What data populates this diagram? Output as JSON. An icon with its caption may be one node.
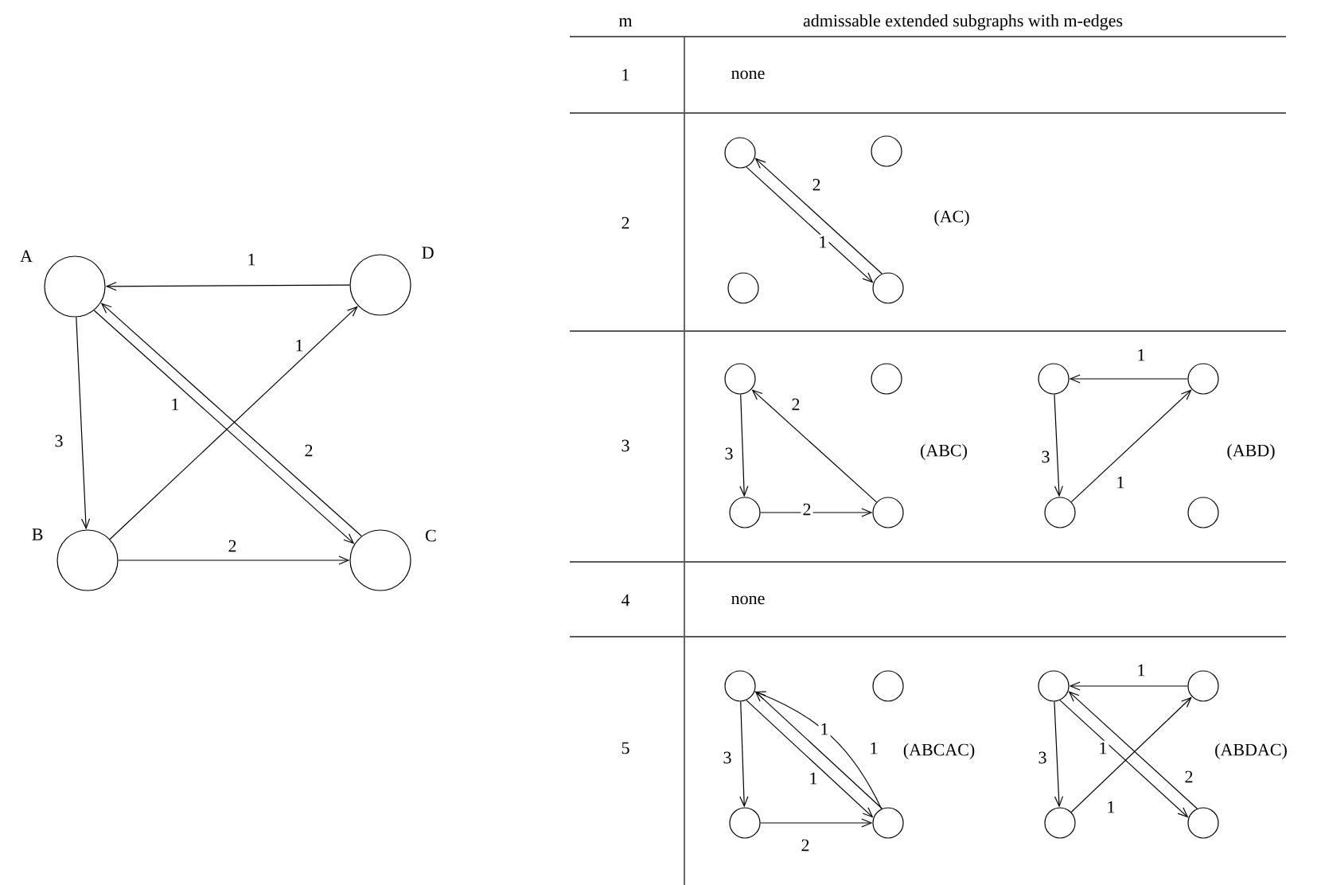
{
  "diagram": {
    "nodes": [
      {
        "text": [
          "A"
        ]
      },
      {
        "text": [
          "D"
        ]
      },
      {
        "text": [
          "B"
        ]
      },
      {
        "text": [
          "C"
        ]
      },
      {
        "text": [],
        "shape": "circle"
      },
      {
        "text": [],
        "shape": "circle"
      },
      {
        "text": [],
        "shape": "circle"
      },
      {
        "text": [],
        "shape": "circle"
      },
      {
        "text": [],
        "shape": "circle"
      },
      {
        "text": [],
        "shape": "circle"
      },
      {
        "text": [],
        "shape": "circle"
      },
      {
        "text": [],
        "shape": "circle"
      },
      {
        "text": [],
        "shape": "circle"
      },
      {
        "text": [],
        "shape": "circle"
      },
      {
        "text": [],
        "shape": "circle"
      },
      {
        "text": [],
        "shape": "circle"
      },
      {
        "text": [],
        "shape": "circle"
      },
      {
        "text": [],
        "shape": "circle"
      },
      {
        "text": [],
        "shape": "circle"
      },
      {
        "text": [],
        "shape": "circle"
      },
      {
        "text": [],
        "shape": "circle"
      },
      {
        "text": [],
        "shape": "circle"
      },
      {
        "text": [],
        "shape": "circle"
      },
      {
        "text": [],
        "shape": "circle"
      }
    ],
    "edges": [
      {
        "from": 1,
        "to": 0,
        "arrow": "to",
        "label": "1"
      },
      {
        "from": 0,
        "to": 2,
        "arrow": "to",
        "label": "3"
      },
      {
        "from": 2,
        "to": 3,
        "arrow": "to",
        "label": "2"
      },
      {
        "from": 2,
        "to": 1,
        "arrow": "to",
        "label": "1"
      },
      {
        "from": 0,
        "to": 3,
        "arrow": "to",
        "label": "1"
      },
      {
        "from": 3,
        "to": 0,
        "arrow": "to",
        "label": "2"
      },
      {
        "from": 4,
        "to": 7,
        "arrow": "to",
        "label": "1"
      },
      {
        "from": 7,
        "to": 4,
        "arrow": "to",
        "label": "2"
      },
      {
        "from": 8,
        "to": 10,
        "arrow": "to",
        "label": "3"
      },
      {
        "from": 10,
        "to": 11,
        "arrow": "to",
        "label": "2"
      },
      {
        "from": 11,
        "to": 8,
        "arrow": "to",
        "label": "2"
      },
      {
        "from": 13,
        "to": 12,
        "arrow": "to",
        "label": "1"
      },
      {
        "from": 12,
        "to": 14,
        "arrow": "to",
        "label": "3"
      },
      {
        "from": 14,
        "to": 13,
        "arrow": "to",
        "label": "1"
      },
      {
        "from": 16,
        "to": 18,
        "arrow": "to",
        "label": "3"
      },
      {
        "from": 18,
        "to": 19,
        "arrow": "to",
        "label": "2"
      },
      {
        "from": 16,
        "to": 19,
        "arrow": "to",
        "label": "1"
      },
      {
        "from": 19,
        "to": 16,
        "arrow": "to",
        "label": "1"
      },
      {
        "from": 19,
        "to": 16,
        "arrow": "to",
        "label": "1"
      },
      {
        "from": 21,
        "to": 20,
        "arrow": "to",
        "label": "1"
      },
      {
        "from": 20,
        "to": 22,
        "arrow": "to",
        "label": "3"
      },
      {
        "from": 22,
        "to": 21,
        "arrow": "to",
        "label": "1"
      },
      {
        "from": 20,
        "to": 23,
        "arrow": "to",
        "label": "1"
      },
      {
        "from": 23,
        "to": 20,
        "arrow": "to",
        "label": "2"
      }
    ],
    "labels": [
      "m",
      "admissable extended subgraphs with m-edges",
      "1",
      "none",
      "2",
      "(AC)",
      "3",
      "(ABC)",
      "(ABD)",
      "4",
      "none",
      "5",
      "(ABCAC)",
      "(ABDAC)"
    ]
  }
}
